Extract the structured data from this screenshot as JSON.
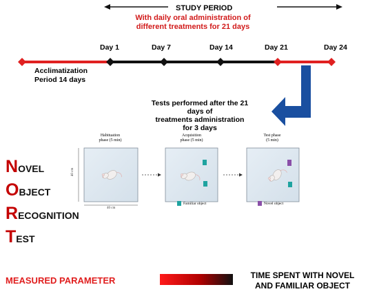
{
  "header": {
    "study_period": "STUDY PERIOD",
    "oral_line1": "With daily oral administration of",
    "oral_line2": "different treatments for 21 days"
  },
  "timeline": {
    "days": [
      "Day 1",
      "Day 7",
      "Day 14",
      "Day 21",
      "Day 24"
    ],
    "acclimatization_line1": "Acclimatization",
    "acclimatization_line2": "Period 14 days",
    "colors": {
      "acclimatization": "#e02020",
      "treatment": "#111111",
      "test": "#e02020",
      "arrow": "#1a4fa0"
    }
  },
  "tests_note": {
    "line1": "Tests performed after the 21 days of",
    "line2": "treatments administration",
    "line3": "for 3 days"
  },
  "phases": [
    {
      "line1": "Habituation",
      "line2": "phase (5 min)"
    },
    {
      "line1": "Acquisition",
      "line2": "phase (5 min)"
    },
    {
      "line1": "Test phase",
      "line2": "(5 min)"
    }
  ],
  "arena": {
    "width_label": "40 cm",
    "height_label": "40 cm"
  },
  "legend": {
    "familiar": "Familiar object",
    "novel": "Novel object",
    "familiar_color": "#1fa3a0",
    "novel_color": "#8a4fa8"
  },
  "nort": [
    {
      "letter": "N",
      "rest": "OVEL"
    },
    {
      "letter": "O",
      "rest": "BJECT"
    },
    {
      "letter": "R",
      "rest": "ECOGNITION"
    },
    {
      "letter": "T",
      "rest": "EST"
    }
  ],
  "measured": {
    "label": "MEASURED PARAMETER",
    "result_line1": "TIME SPENT WITH NOVEL",
    "result_line2": "AND FAMILIAR OBJECT"
  }
}
